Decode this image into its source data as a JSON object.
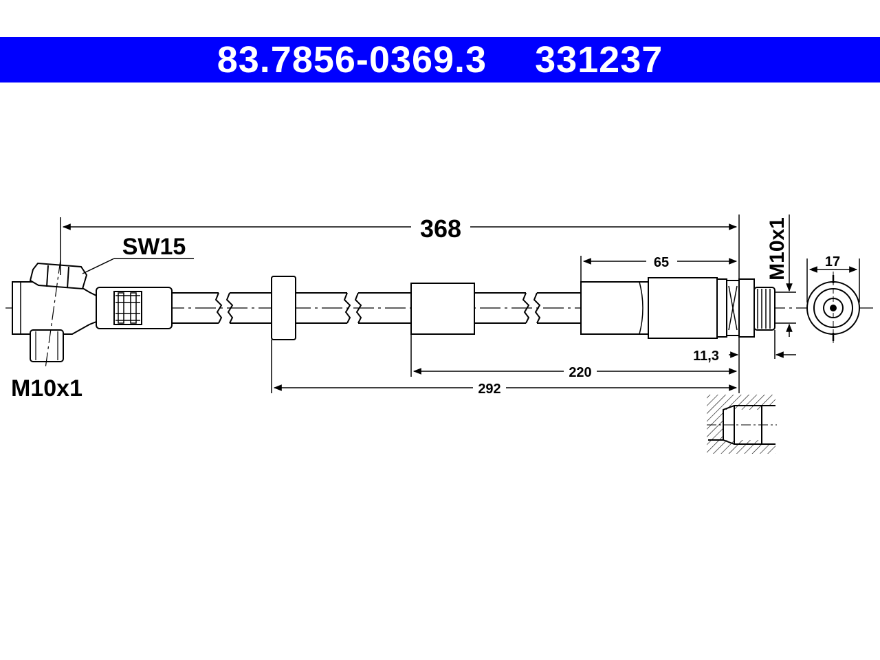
{
  "header": {
    "part_number": "83.7856-0369.3",
    "article_number": "331237",
    "background_color": "#0000ff",
    "text_color": "#ffffff"
  },
  "dimensions": {
    "overall_length": "368",
    "wrench_size": "SW15",
    "left_thread": "M10x1",
    "right_thread": "M10x1",
    "end_fitting_length": "65",
    "hex_width": "17",
    "thread_length": "11,3",
    "sleeve_to_end": "220",
    "bracket_to_end": "292"
  }
}
